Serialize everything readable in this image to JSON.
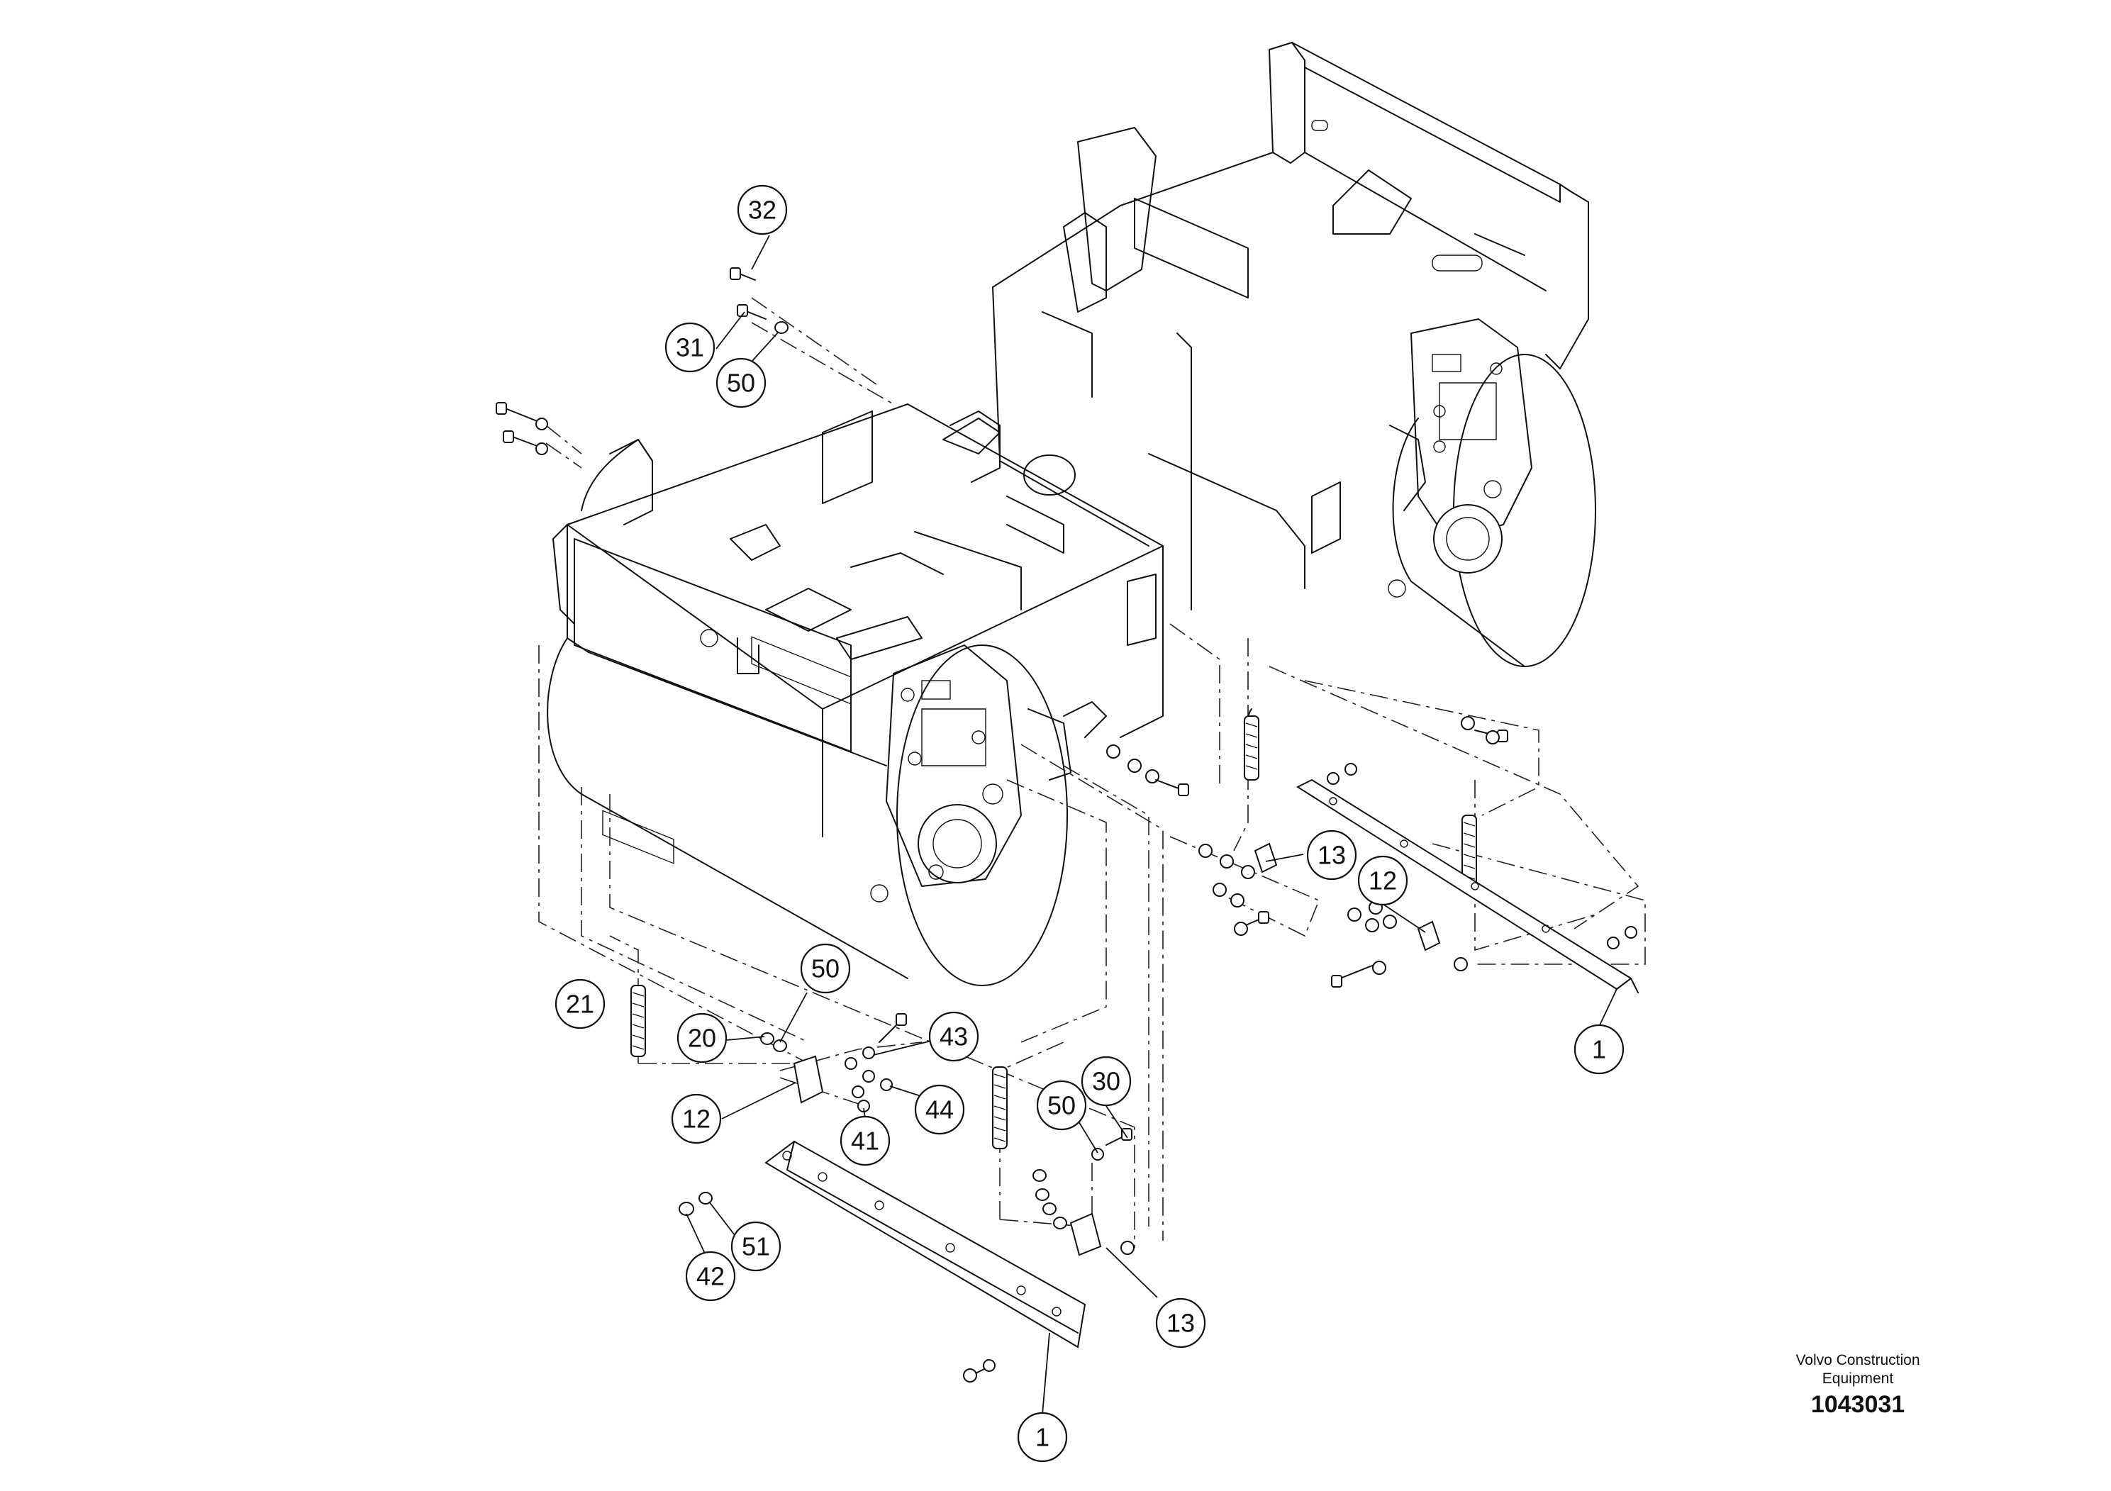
{
  "callouts": [
    {
      "id": "c32",
      "label": "32"
    },
    {
      "id": "c31",
      "label": "31"
    },
    {
      "id": "c50a",
      "label": "50"
    },
    {
      "id": "c13a",
      "label": "13"
    },
    {
      "id": "c12a",
      "label": "12"
    },
    {
      "id": "c1a",
      "label": "1"
    },
    {
      "id": "c50b",
      "label": "50"
    },
    {
      "id": "c21",
      "label": "21"
    },
    {
      "id": "c20",
      "label": "20"
    },
    {
      "id": "c43",
      "label": "43"
    },
    {
      "id": "c12b",
      "label": "12"
    },
    {
      "id": "c41",
      "label": "41"
    },
    {
      "id": "c44",
      "label": "44"
    },
    {
      "id": "c30",
      "label": "30"
    },
    {
      "id": "c50c",
      "label": "50"
    },
    {
      "id": "c51",
      "label": "51"
    },
    {
      "id": "c42",
      "label": "42"
    },
    {
      "id": "c13b",
      "label": "13"
    },
    {
      "id": "c1b",
      "label": "1"
    }
  ],
  "caption": {
    "company_line1": "Volvo Construction",
    "company_line2": "Equipment",
    "doc_id": "1043031"
  }
}
